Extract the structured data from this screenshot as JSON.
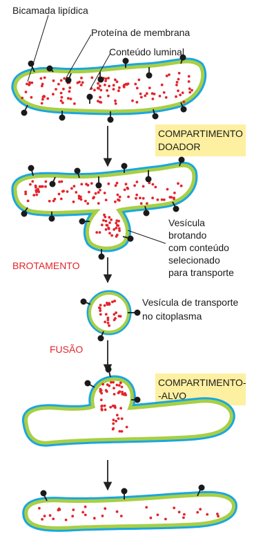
{
  "labels": {
    "bilayer": "Bicamada lipídica",
    "membrane_protein": "Proteína de membrana",
    "luminal_content": "Conteúdo luminal",
    "donor_line1": "COMPARTIMENTO",
    "donor_line2": "DOADOR",
    "budding_line1": "Vesícula",
    "budding_line2": "brotando",
    "budding_line3": "com conteúdo",
    "budding_line4": "selecionado",
    "budding_line5": "para transporte",
    "budding_step": "BROTAMENTO",
    "transport_line1": "Vesícula de transporte",
    "transport_line2": "no citoplasma",
    "fusion_step": "FUSÃO",
    "target_line1": "COMPARTIMENTO-",
    "target_line2": "-ALVO"
  },
  "colors": {
    "outer_membrane": "#1aa6e0",
    "inner_membrane": "#a8cf45",
    "lumen": "#ffffff",
    "cargo": "#e3242b",
    "step_text": "#e3242b",
    "label_box": "#fdf0a0",
    "protein": "#1a1a1a",
    "arrow": "#222222"
  }
}
